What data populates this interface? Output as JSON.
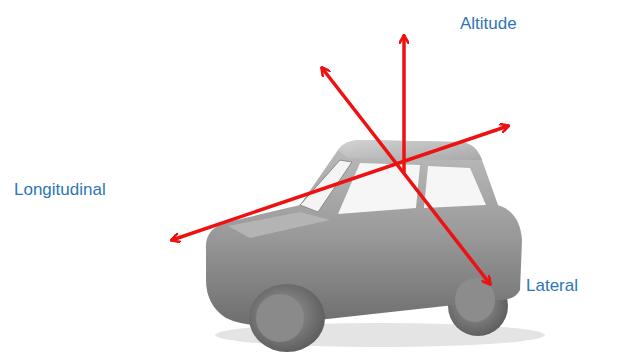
{
  "diagram": {
    "labels": [
      "Altitude",
      "Longitudinal",
      "Lateral"
    ]
  }
}
